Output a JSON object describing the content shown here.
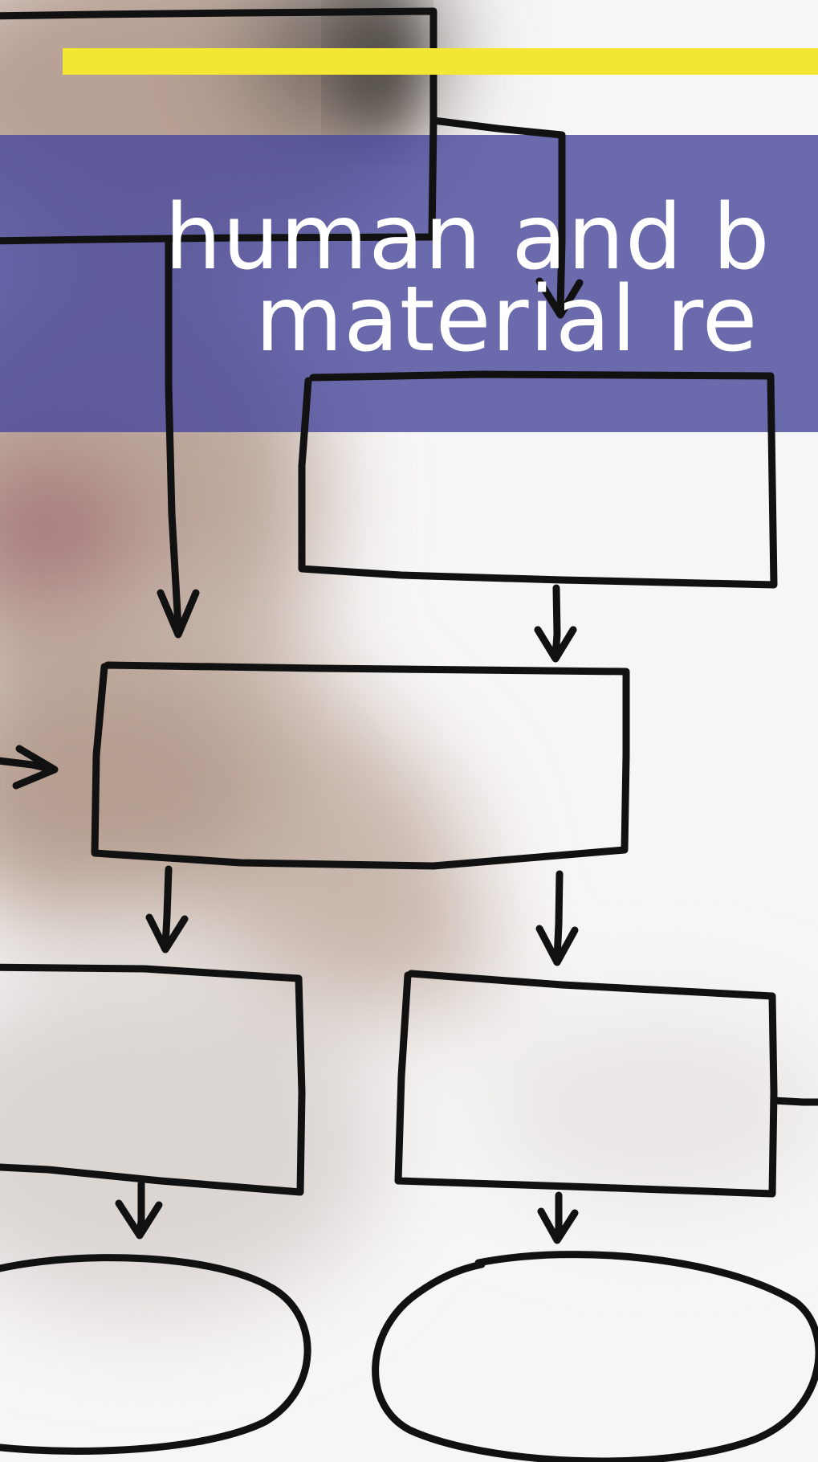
{
  "title": {
    "line1": "human and b",
    "line2": "material re"
  },
  "colors": {
    "accent_bar": "#f3e734",
    "banner": "#4b4a9c",
    "title_text": "#ffffff",
    "ink": "#111111",
    "paper": "#fafafa",
    "skin_tone": "#a98e80"
  },
  "flowchart": {
    "shapes": [
      "top-left-box",
      "upper-right-box",
      "center-box",
      "lower-left-box",
      "lower-right-box",
      "bottom-left-ellipse",
      "bottom-right-ellipse"
    ]
  }
}
